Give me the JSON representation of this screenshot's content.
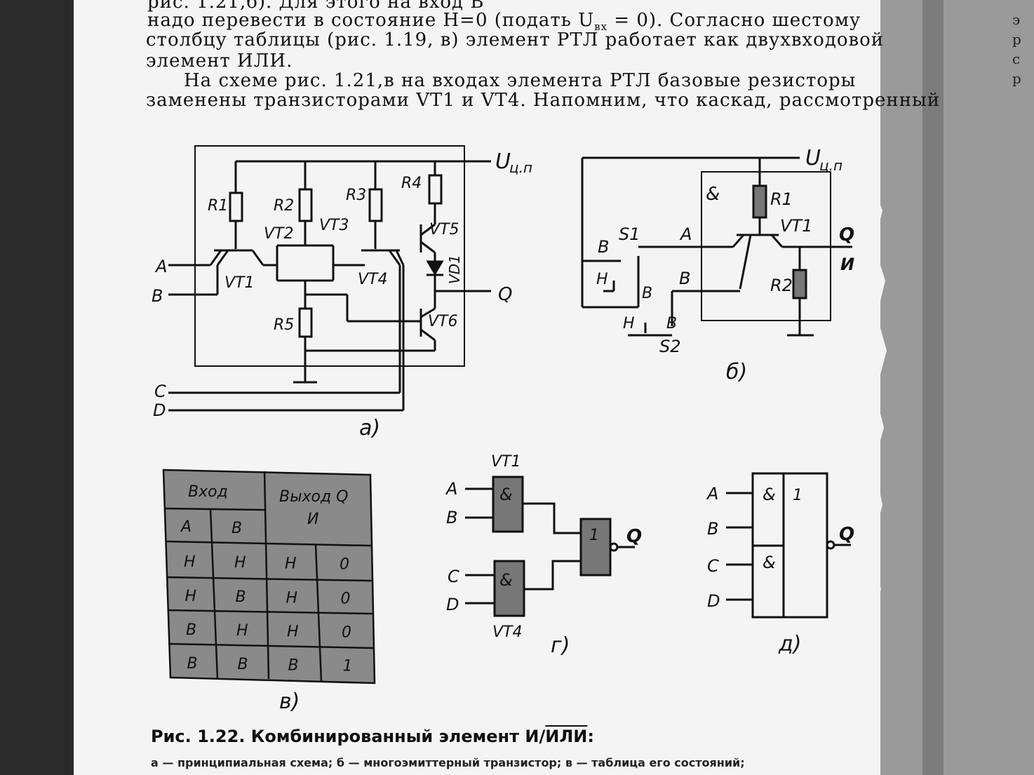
{
  "text": {
    "line1": "рис. 1.21,б). Для этого на вход В",
    "line2": "надо перевести в состояние Н=0 (подать U",
    "line2_sub": "вх",
    "line2_end": " = 0). Согласно шестому",
    "line3": "столбцу таблицы (рис. 1.19, в) элемент РТЛ работает как двухвходовой",
    "line4": "элемент ИЛИ.",
    "line5": "На схеме рис. 1.21,в на входах элемента РТЛ базовые резисторы",
    "line6": "заменены транзисторами VT1 и VT4. Напомним, что каскад, рассмотренный"
  },
  "fig_a": {
    "supply": "U",
    "supply_sub": "ц.п",
    "R1": "R1",
    "R2": "R2",
    "R3": "R3",
    "R4": "R4",
    "R5": "R5",
    "VT1": "VT1",
    "VT2": "VT2",
    "VT3": "VT3",
    "VT4": "VT4",
    "VT5": "VT5",
    "VT6": "VT6",
    "VD1": "VD1",
    "A": "A",
    "B": "B",
    "C": "C",
    "D": "D",
    "Q": "Q",
    "label": "а)"
  },
  "fig_b": {
    "supply": "U",
    "supply_sub": "ц.п",
    "and": "&",
    "R1": "R1",
    "R2": "R2",
    "VT1": "VT1",
    "S1": "S1",
    "S2": "S2",
    "A": "A",
    "B": "B",
    "B_left": "В",
    "B_contact1": "В",
    "B_contact2": "В",
    "H1": "Н",
    "H2": "Н",
    "Q": "Q",
    "I": "И",
    "label": "б)"
  },
  "fig_v": {
    "header_input": "Вход",
    "header_output": "Выход Q",
    "header_output2": "И",
    "col_a": "A",
    "col_b": "B",
    "rows": [
      [
        "Н",
        "Н",
        "Н",
        "0"
      ],
      [
        "Н",
        "В",
        "Н",
        "0"
      ],
      [
        "В",
        "Н",
        "Н",
        "0"
      ],
      [
        "В",
        "В",
        "В",
        "1"
      ]
    ],
    "label": "в)"
  },
  "fig_g": {
    "VT1": "VT1",
    "VT4": "VT4",
    "and": "&",
    "or": "1",
    "A": "A",
    "B": "B",
    "C": "C",
    "D": "D",
    "Q": "Q",
    "label": "г)"
  },
  "fig_d": {
    "and": "&",
    "or": "1",
    "A": "A",
    "B": "B",
    "C": "C",
    "D": "D",
    "Q": "Q",
    "label": "д)"
  },
  "caption": {
    "title_start": "Рис. 1.22. Комбинированный элемент И/",
    "title_over": "ИЛИ",
    "title_end": ":",
    "desc": "а — принципиальная схема; б — многоэмиттерный транзистор; в — таблица его состояний;"
  },
  "right_page": {
    "f1": "э",
    "f2": "р",
    "f3": "с",
    "f4": "р"
  }
}
